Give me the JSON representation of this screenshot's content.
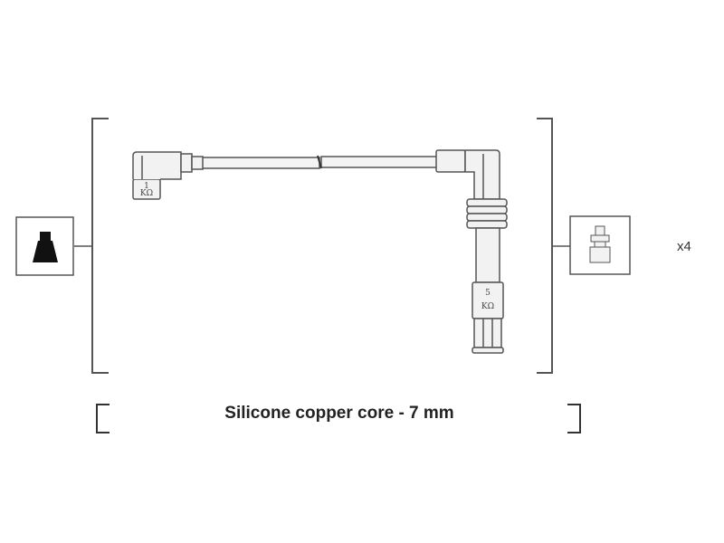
{
  "caption": "Silicone copper core - 7 mm",
  "quantity": "x4",
  "left_resistor": {
    "value": "1",
    "unit": "KΩ"
  },
  "right_resistor": {
    "value": "5",
    "unit": "KΩ"
  },
  "colors": {
    "line": "#555555",
    "fill": "#f2f2f2",
    "connector_dark": "#111111"
  }
}
